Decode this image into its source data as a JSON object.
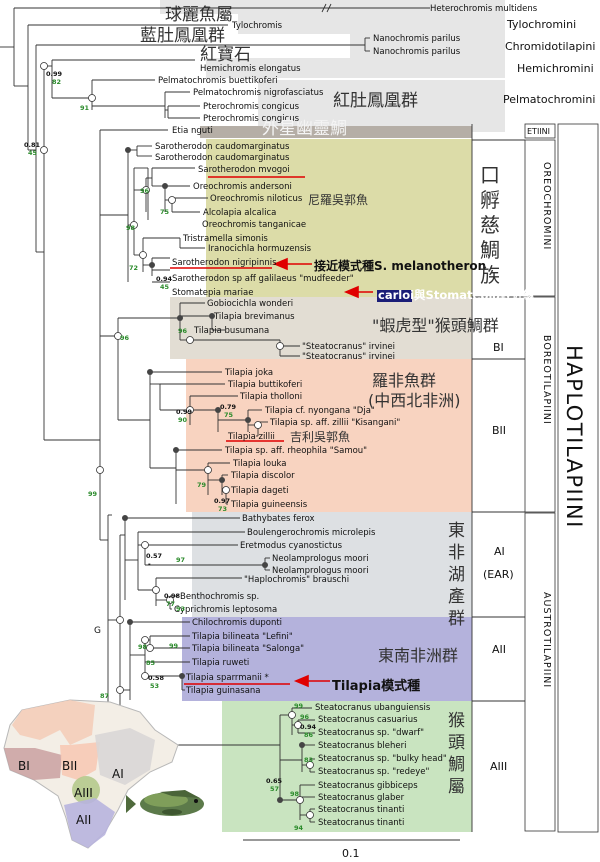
{
  "outgroup_top": "Heterochromis multidens",
  "tribes_header": [
    {
      "cn": "球麗魚屬",
      "taxon": "Tylochromis",
      "tribe": "Tylochromini"
    },
    {
      "cn": "藍肚鳳凰群",
      "taxa": [
        "Nanochromis parilus",
        "Nanochromis parilus"
      ],
      "tribe": "Chromidotilapini"
    },
    {
      "cn": "紅寶石",
      "taxon": "Hemichromis elongatus",
      "tribe": "Hemichromini"
    },
    {
      "cn": "紅肚鳳凰群",
      "taxa": [
        "Pelmatochromis buettikoferi",
        "Pelmatochromis nigrofasciatus",
        "Pterochromis congicus",
        "Pterochromis congicus"
      ],
      "tribe": "Pelmatochromini"
    }
  ],
  "etiini": {
    "cn": "外星幽靈鯛",
    "taxon": "Etia nguti",
    "tribe": "ETIINI"
  },
  "oreochromini": {
    "cn": [
      "口",
      "孵",
      "慈",
      "鯛",
      "族"
    ],
    "tribe": "OREOCHROMINI",
    "taxa": [
      "Sarotherodon caudomarginatus",
      "Sarotherodon caudomarginatus",
      "Sarotherodon mvogoi",
      "Oreochromis andersoni",
      "Oreochromis niloticus",
      "Alcolapia alcalica",
      "Oreochromis tanganicae",
      "Tristramella simonis",
      "Iranocichla hormuzensis",
      "Sarotherodon nigripinnis",
      "Sarotherodon sp aff galilaeus \"mudfeeder\"",
      "Stomatepia mariae"
    ],
    "note_niloticus": "尼羅吳郭魚",
    "note_nigripinnis": "接近模式種S. melanotheron",
    "note_stomatepia": "carloi與Stomatepia較近緣"
  },
  "boreotilapiini": {
    "tribe": "BOREOTILAPIINI",
    "bi": {
      "label": "BI",
      "cn": "\"蝦虎型\"猴頭鯛群",
      "taxa": [
        "Gobiocichla wonderi",
        "Tilapia brevimanus",
        "Tilapia busumana",
        "\"Steatocranus\" irvinei",
        "\"Steatocranus\" irvinei"
      ]
    },
    "bii": {
      "label": "BII",
      "cn": [
        "羅非魚群",
        "(中西北非洲)"
      ],
      "taxa": [
        "Tilapia joka",
        "Tilapia buttikoferi",
        "Tilapia tholloni",
        "Tilapia cf. nyongana \"Dja\"",
        "Tilapia sp. aff. zillii \"Kisangani\"",
        "Tilapia zillii",
        "Tilapia sp. aff. rheophila \"Samou\"",
        "Tilapia louka",
        "Tilapia discolor",
        "Tilapia dageti",
        "Tilapia guineensis"
      ],
      "note_zillii": "吉利吳郭魚"
    }
  },
  "austrotilapiini": {
    "tribe": "AUSTROTILAPIINI",
    "ai": {
      "label": "AI",
      "label2": "(EAR)",
      "cn": [
        "東",
        "非",
        "湖",
        "產",
        "群"
      ],
      "taxa": [
        "Bathybates ferox",
        "Boulengerochromis microlepis",
        "Eretmodus cyanostictus",
        "Neolamprologus moori",
        "Neolamprologus moori",
        "\"Haplochromis\" brauschi",
        "Benthochromis sp.",
        "Cyprichromis leptosoma"
      ]
    },
    "aii": {
      "label": "AII",
      "cn": "東南非洲群",
      "taxa": [
        "Chilochromis duponti",
        "Tilapia bilineata \"Lefini\"",
        "Tilapia bilineata \"Salonga\"",
        "Tilapia ruweti",
        "Tilapia sparrmanii *",
        "Tilapia guinasana"
      ],
      "note_sparrmanii": "Tilapia模式種"
    },
    "aiii": {
      "label": "AIII",
      "cn": [
        "猴",
        "頭",
        "鯛",
        "屬"
      ],
      "taxa": [
        "Steatocranus ubanguiensis",
        "Steatocranus casuarius",
        "Steatocranus sp. \"dwarf\"",
        "Steatocranus bleheri",
        "Steatocranus sp. \"bulky head\"",
        "Steatocranus sp. \"redeye\"",
        "Steatocranus gibbiceps",
        "Steatocranus glaber",
        "Steatocranus tinanti",
        "Steatocranus tinanti"
      ]
    }
  },
  "haplotilapiini": "HAPLOTILAPIINI",
  "support_values": {
    "n1": [
      "0.99",
      "82"
    ],
    "n2": [
      "91"
    ],
    "n3": [
      "0.81",
      "45"
    ],
    "n4": [
      "96"
    ],
    "n5": [
      "75"
    ],
    "n6": [
      "98"
    ],
    "n7": [
      "72"
    ],
    "n8": [
      "0.94",
      "45"
    ],
    "n9": [
      "96"
    ],
    "n10": [
      "96"
    ],
    "n11": [
      "0.99",
      "90"
    ],
    "n12": [
      "0.79",
      "75"
    ],
    "n13": [
      "79"
    ],
    "n14": [
      "0.97",
      "73"
    ],
    "n15": [
      "99"
    ],
    "n16": [
      "0.57",
      "-"
    ],
    "n17": [
      "97"
    ],
    "n18": [
      "0.98",
      "77"
    ],
    "n19": [
      "93"
    ],
    "n20": [
      "98"
    ],
    "n21": [
      "99"
    ],
    "n22": [
      "85"
    ],
    "n23": [
      "0.58",
      "53"
    ],
    "n24": [
      "87"
    ],
    "n25": [
      "96"
    ],
    "n26": [
      "99"
    ],
    "n27": [
      "0.94",
      "86"
    ],
    "n28": [
      "83"
    ],
    "n29": [
      "0.65",
      "57"
    ],
    "n30": [
      "98"
    ],
    "n31": [
      "94"
    ]
  },
  "node_letter": "G",
  "map_labels": [
    "BI",
    "BII",
    "AI",
    "AIII",
    "AII"
  ],
  "scale_bar": "0.1",
  "colors": {
    "oreo_bg": "#dcdca8",
    "bi_bg": "#e2ddd3",
    "bii_bg": "#f8d3c0",
    "ai_bg": "#dde0e3",
    "aii_bg": "#b4b2dc",
    "aiii_bg": "#c9e4c0",
    "tribe_bg": "#e4e4e4",
    "arrow": "#e00000",
    "note_box": "#1b1d78"
  }
}
